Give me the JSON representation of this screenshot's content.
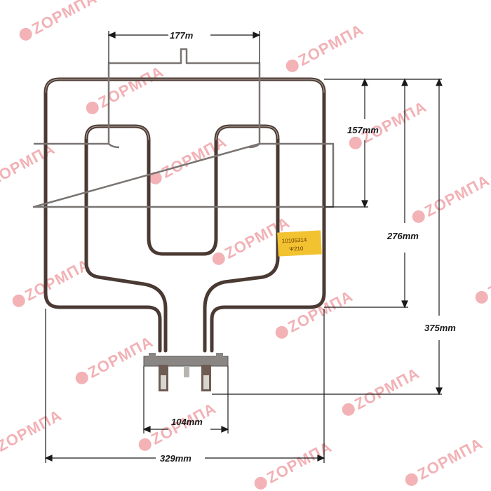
{
  "dimensions": {
    "top_width": "177m",
    "height_inner": "157mm",
    "height_mid": "276mm",
    "height_total": "375mm",
    "terminal_width": "104mm",
    "total_width": "329mm"
  },
  "product_label": {
    "line1": "10105314",
    "line2": "Ψ210",
    "color": "#f2c230"
  },
  "watermark": {
    "text": "ZOPMΠA",
    "color": "#e8737a"
  },
  "colors": {
    "element": "#4a3a33",
    "frame": "#7a7472",
    "dim_line": "#1a1a1a"
  }
}
